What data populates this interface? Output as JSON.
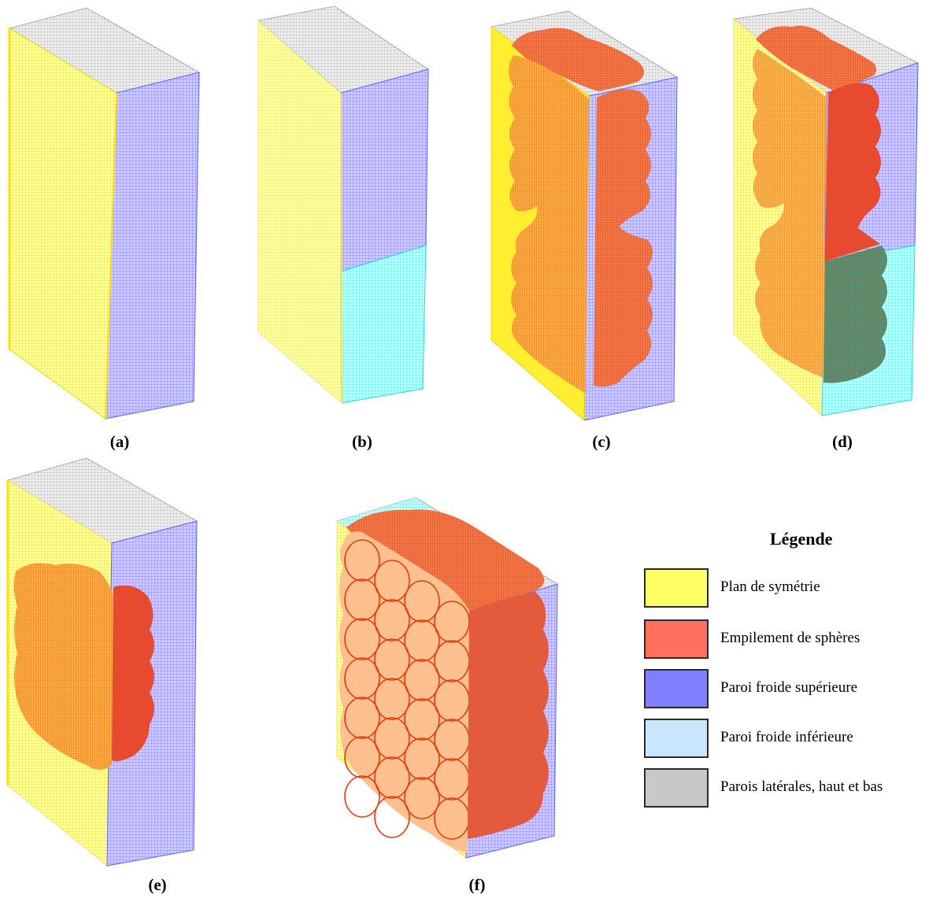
{
  "colors": {
    "symmetry": "#ffff66",
    "spheres": "#ff6f5e",
    "upper_wall": "#7f7fff",
    "lower_wall": "#c8e6ff",
    "side_walls": "#c8c8c8",
    "symmetry_mesh": "#f2ee00",
    "upper_wall_mesh": "#6a6aff",
    "lower_wall_mesh": "#33e8e8",
    "side_walls_mesh": "#a9a9a9",
    "spheres_mesh": "#e03a12",
    "spheres_fill_on_symmetry": "#ff9a1e"
  },
  "panels": [
    {
      "label": "(a)"
    },
    {
      "label": "(b)"
    },
    {
      "label": "(c)"
    },
    {
      "label": "(d)"
    },
    {
      "label": "(e)"
    },
    {
      "label": "(f)"
    }
  ],
  "legend": {
    "title": "Légende",
    "items": [
      {
        "label": "Plan de symétrie",
        "color": "#ffff66"
      },
      {
        "label": "Empilement de sphères",
        "color": "#ff6f5e"
      },
      {
        "label": "Paroi froide supérieure",
        "color": "#7f7fff"
      },
      {
        "label": "Paroi froide inférieure",
        "color": "#c8e6ff"
      },
      {
        "label": "Parois latérales, haut et bas",
        "color": "#c8c8c8"
      }
    ]
  }
}
